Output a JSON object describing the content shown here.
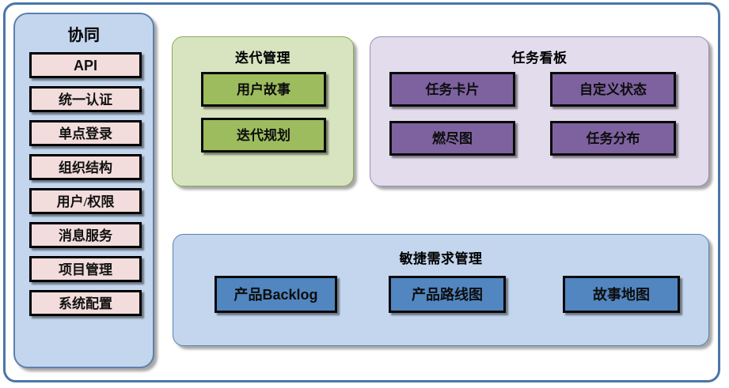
{
  "diagram": {
    "title_absent": true,
    "colors": {
      "outer_border": "#4a76a8",
      "collab_panel_bg": "#c3d6ee",
      "collab_chip_bg": "#f2dcdc",
      "iteration_panel_bg": "#d8e4c0",
      "iteration_box_bg": "#9cbc5e",
      "taskboard_panel_bg": "#e3dced",
      "taskboard_box_bg": "#7e62a0",
      "agile_panel_bg": "#c3d6ee",
      "agile_box_bg": "#5186c0",
      "box_border": "#0a0a0a"
    }
  },
  "collaboration": {
    "title": "协同",
    "items": [
      {
        "label": "API"
      },
      {
        "label": "统一认证"
      },
      {
        "label": "单点登录"
      },
      {
        "label": "组织结构"
      },
      {
        "label": "用户/权限"
      },
      {
        "label": "消息服务"
      },
      {
        "label": "项目管理"
      },
      {
        "label": "系统配置"
      }
    ]
  },
  "iteration": {
    "title": "迭代管理",
    "items": [
      {
        "label": "用户故事"
      },
      {
        "label": "迭代规划"
      }
    ]
  },
  "taskboard": {
    "title": "任务看板",
    "rows": [
      [
        {
          "label": "任务卡片"
        },
        {
          "label": "自定义状态"
        }
      ],
      [
        {
          "label": "燃尽图"
        },
        {
          "label": "任务分布"
        }
      ]
    ]
  },
  "agile": {
    "title": "敏捷需求管理",
    "items": [
      {
        "label_cjk": "产品",
        "label_latin": "Backlog"
      },
      {
        "label_cjk": "产品路线图",
        "label_latin": ""
      },
      {
        "label_cjk": "故事地图",
        "label_latin": ""
      }
    ]
  }
}
